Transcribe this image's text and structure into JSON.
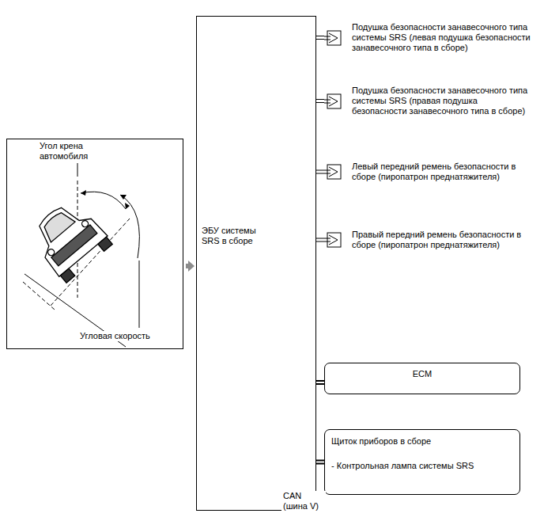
{
  "diagram": {
    "nodes": [
      {
        "text": [
          "Угол крена автомобиля",
          "Угловая скорость"
        ]
      },
      {
        "text": [
          "ЭБУ системы SRS в сборе"
        ]
      },
      {
        "text": [
          "Подушка безопасности занавесочного типа системы SRS (левая подушка безопасности занавесочного типа в сборе)"
        ]
      },
      {
        "text": [
          "Подушка безопасности занавесочного типа системы SRS (правая подушка безопасности занавесочного типа в сборе)"
        ]
      },
      {
        "text": [
          "Левый передний ремень безопасности в сборе (пиропатрон преднатяжителя)"
        ]
      },
      {
        "text": [
          "Правый передний ремень безопасности в сборе (пиропатрон преднатяжителя)"
        ]
      },
      {
        "text": [
          "ECM"
        ]
      },
      {
        "text": [
          "Щиток приборов в сборе",
          "- Контрольная лампа системы SRS"
        ]
      }
    ],
    "edges": [
      {
        "from": 0,
        "to": 1,
        "arrow": "to"
      },
      {
        "from": 1,
        "to": 2,
        "arrow": "none"
      },
      {
        "from": 1,
        "to": 3,
        "arrow": "none"
      },
      {
        "from": 1,
        "to": 4,
        "arrow": "none"
      },
      {
        "from": 1,
        "to": 5,
        "arrow": "none"
      },
      {
        "from": 1,
        "to": 6,
        "arrow": "none"
      },
      {
        "from": 1,
        "to": 7,
        "label": "CAN (шина V)",
        "arrow": "none"
      }
    ]
  }
}
